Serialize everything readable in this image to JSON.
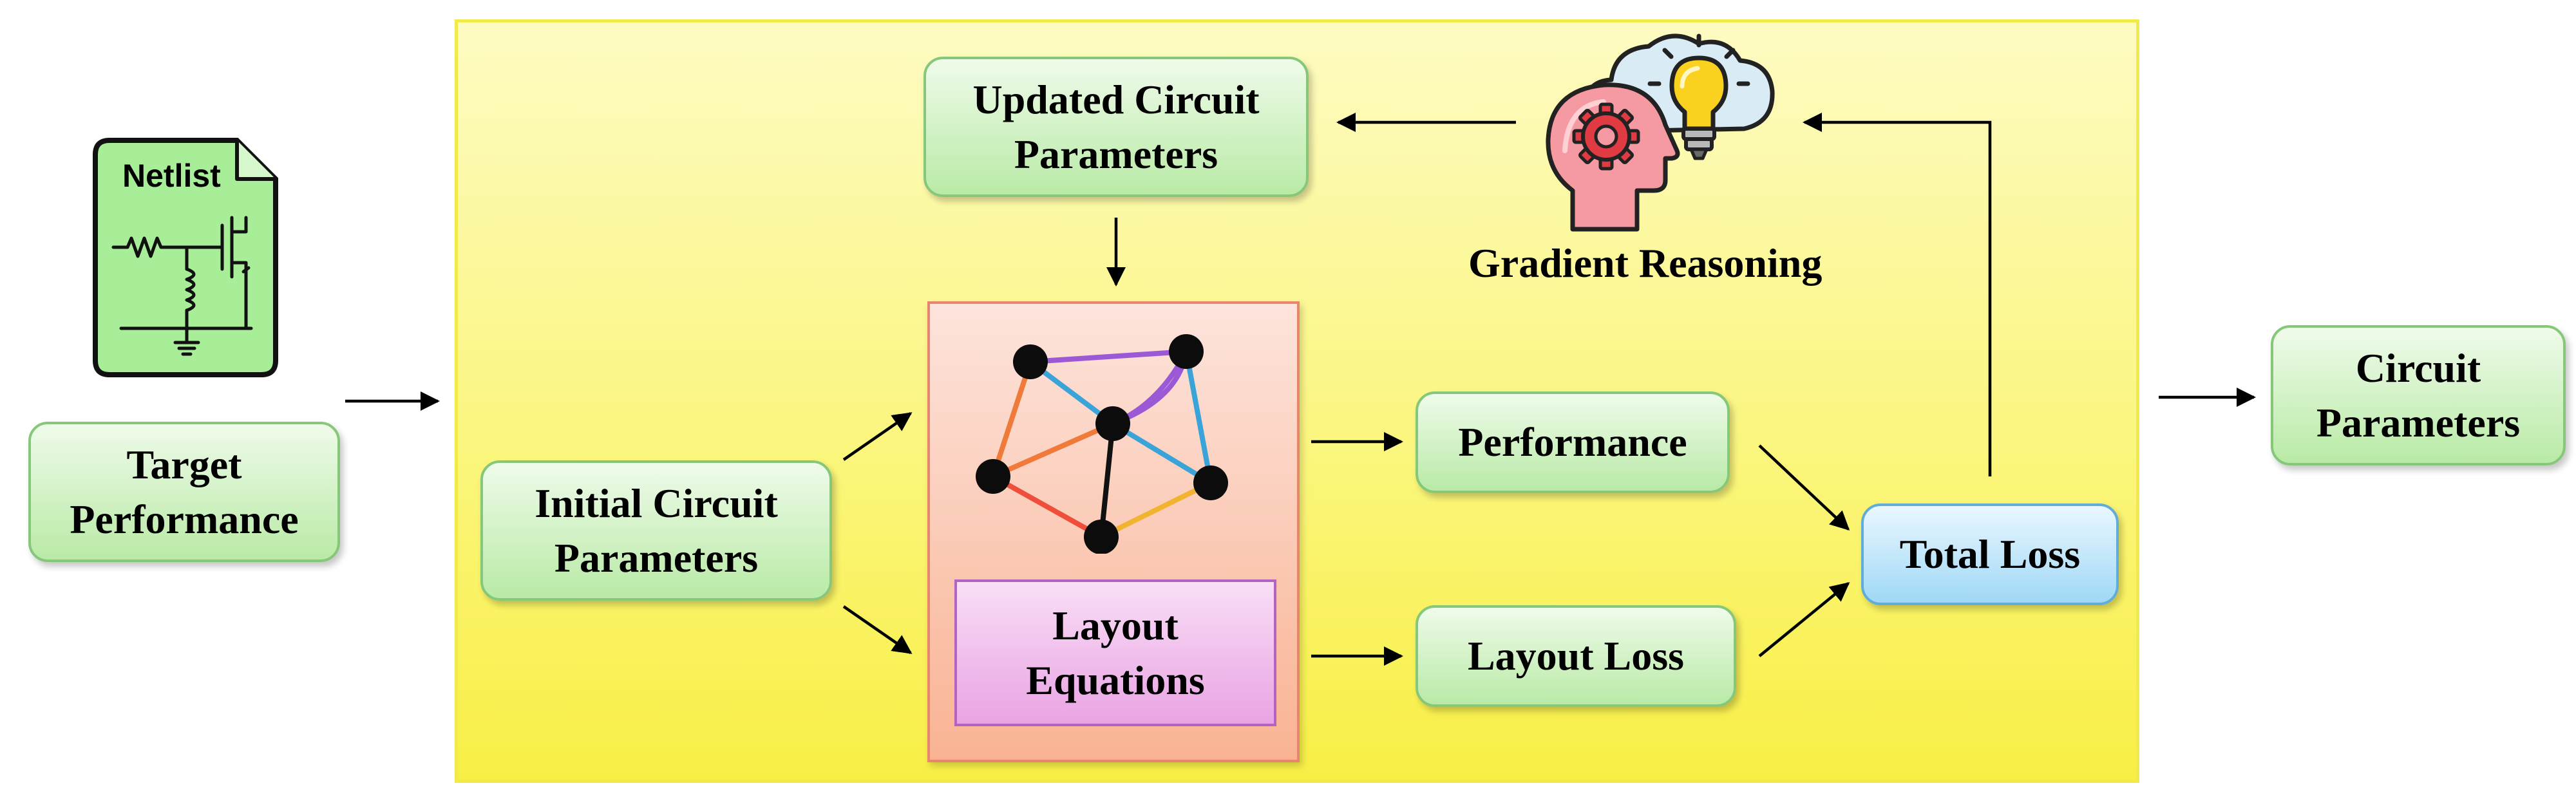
{
  "netlist": {
    "label": "Netlist"
  },
  "inputs": {
    "target_performance": "Target\nPerformance"
  },
  "process": {
    "initial_params": "Initial Circuit\nParameters",
    "updated_params": "Updated Circuit\nParameters",
    "layout_equations": "Layout\nEquations",
    "performance": "Performance",
    "layout_loss": "Layout Loss",
    "total_loss": "Total Loss",
    "gradient_reasoning": "Gradient Reasoning"
  },
  "output": {
    "circuit_params": "Circuit\nParameters"
  },
  "colors": {
    "panel": "#fbf67f",
    "green_box": "#b9eaa6",
    "blue_box": "#9fd8f6",
    "pink_box": "#e9a4e3",
    "model_panel": "#f9b393",
    "netlist_fill": "#a8ee98"
  },
  "icons": [
    "netlist-document-icon",
    "circuit-schematic-icon",
    "graph-network-icon",
    "head-gear-icon",
    "lightbulb-cloud-icon"
  ]
}
